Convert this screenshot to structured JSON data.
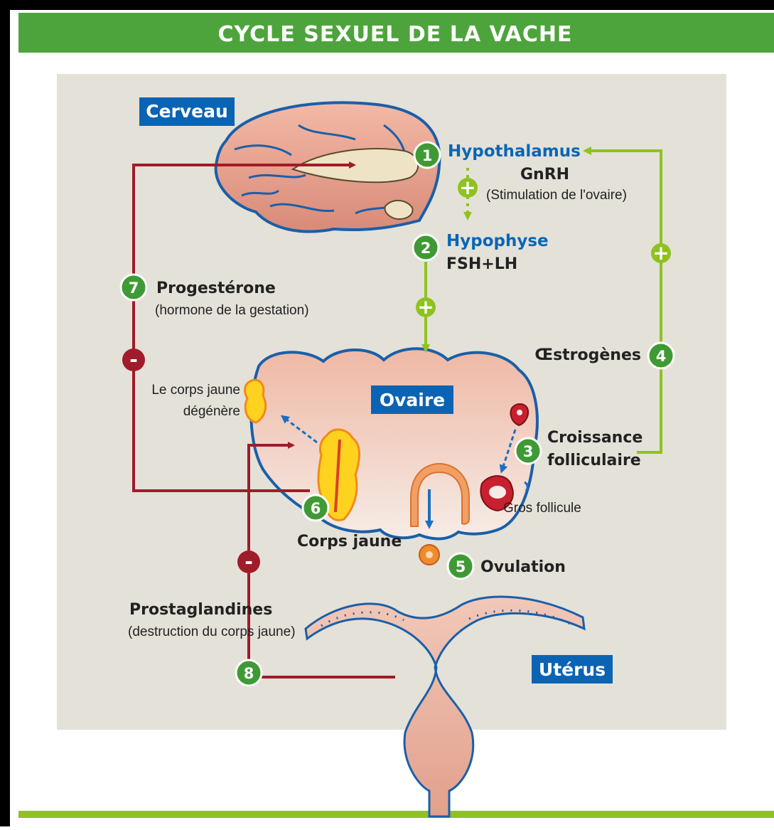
{
  "title": "Cycle sexuel de la vache",
  "organs": {
    "brain": "Cerveau",
    "ovary": "Ovaire",
    "uterus": "Utérus"
  },
  "labels": {
    "hypothalamus": "Hypothalamus",
    "gnrh": "GnRH",
    "gnrh_note": "(Stimulation de l'ovaire)",
    "hypophyse": "Hypophyse",
    "fsh_lh": "FSH+LH",
    "progesterone": "Progestérone",
    "progesterone_note": "(hormone de la gestation)",
    "estrogens": "Œstrogènes",
    "growth_1": "Croissance",
    "growth_2": "folliculaire",
    "big_follicle": "Gros follicule",
    "degenerate_1": "Le corps jaune",
    "degenerate_2": "dégénère",
    "corpus_luteum": "Corps jaune",
    "ovulation": "Ovulation",
    "prostaglandins": "Prostaglandines",
    "prostaglandins_note": "(destruction du corps jaune)"
  },
  "steps": [
    "1",
    "2",
    "3",
    "4",
    "5",
    "6",
    "7",
    "8"
  ],
  "signs": {
    "plus": "+",
    "minus": "-"
  },
  "colors": {
    "header_green": "#4ea43c",
    "badge_green": "#3f9a35",
    "stimulation_green": "#8fc21f",
    "inhibition_red": "#a01c2a",
    "label_blue": "#0a66b5",
    "tissue_pink": "#eab3a0",
    "corpus_yellow": "#ffd21f"
  }
}
